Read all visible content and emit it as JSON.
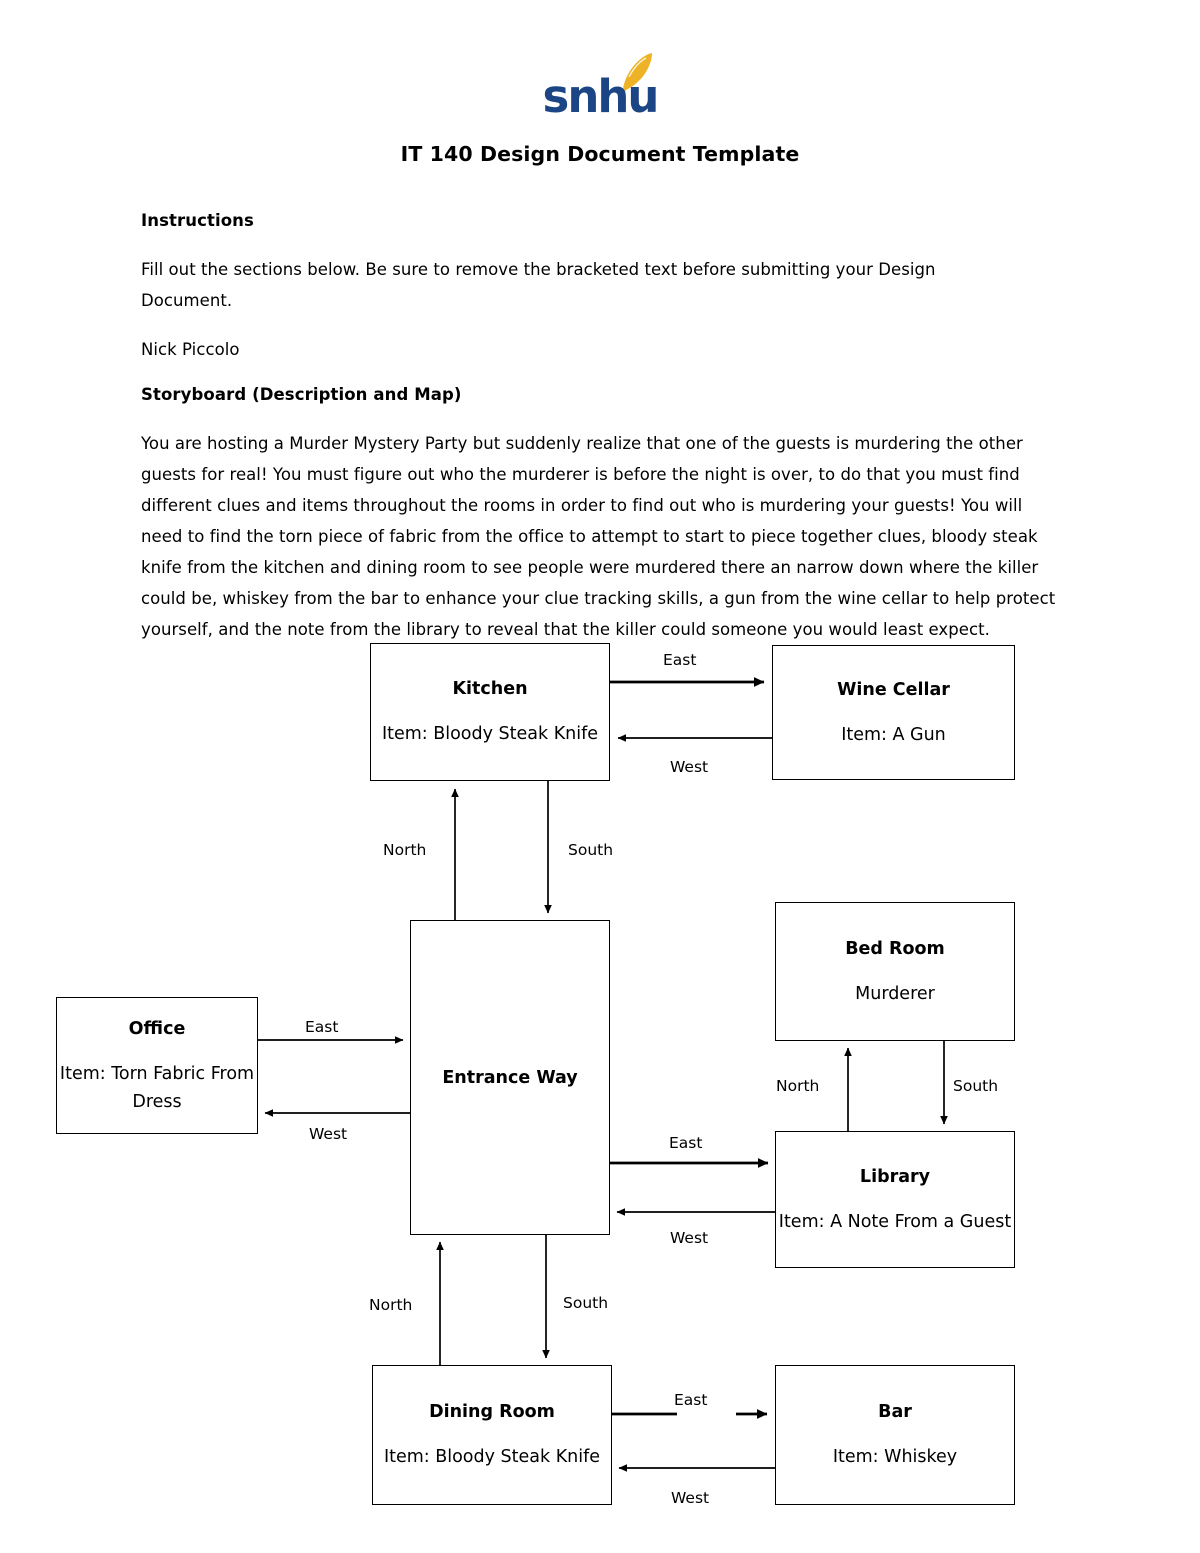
{
  "header": {
    "logo_text": "snhu",
    "logo_icon": "feather-icon",
    "logo_color": "#1b4585",
    "feather_color": "#edb226",
    "doc_title": "IT 140 Design Document Template"
  },
  "sections": {
    "instructions_heading": "Instructions",
    "instructions_body": "Fill out the sections below. Be sure to remove the bracketed text before submitting your Design Document.",
    "author": "Nick Piccolo",
    "storyboard_heading": "Storyboard (Description and Map)",
    "storyboard_body": "You are hosting a Murder Mystery Party but suddenly realize that one of the guests is murdering the other guests for real! You must figure out who the murderer is before the night is over, to do that you must find different clues and items throughout the rooms in order to find out who is murdering your guests! You will need to find the torn piece of fabric from the office to attempt to start to piece together clues, bloody steak knife from the kitchen and dining room to see people were murdered there an narrow down where the killer could be, whiskey from the bar to enhance your clue tracking skills, a gun from the wine cellar to help protect yourself, and the note from the library to reveal that the killer could someone you would least expect."
  },
  "map": {
    "rooms": [
      {
        "id": "kitchen",
        "name": "Kitchen",
        "item": "Item: Bloody Steak Knife"
      },
      {
        "id": "wine-cellar",
        "name": "Wine Cellar",
        "item": "Item: A Gun"
      },
      {
        "id": "entrance-way",
        "name": "Entrance Way",
        "item": ""
      },
      {
        "id": "office",
        "name": "Office",
        "item": "Item: Torn Fabric From Dress"
      },
      {
        "id": "bed-room",
        "name": "Bed Room",
        "item": "Murderer"
      },
      {
        "id": "library",
        "name": "Library",
        "item": "Item: A Note From a Guest"
      },
      {
        "id": "dining-room",
        "name": "Dining Room",
        "item": "Item: Bloody Steak Knife"
      },
      {
        "id": "bar",
        "name": "Bar",
        "item": "Item: Whiskey"
      }
    ],
    "direction_labels": {
      "kitchen_to_wine_cellar": "East",
      "wine_cellar_to_kitchen": "West",
      "entrance_to_kitchen": "North",
      "kitchen_to_entrance": "South",
      "office_to_entrance": "East",
      "entrance_to_office": "West",
      "library_to_bedroom": "North",
      "bedroom_to_library": "South",
      "entrance_to_library": "East",
      "library_to_entrance": "West",
      "entrance_to_dining": "South",
      "dining_to_entrance": "North",
      "dining_to_bar": "East",
      "bar_to_dining": "West"
    }
  }
}
